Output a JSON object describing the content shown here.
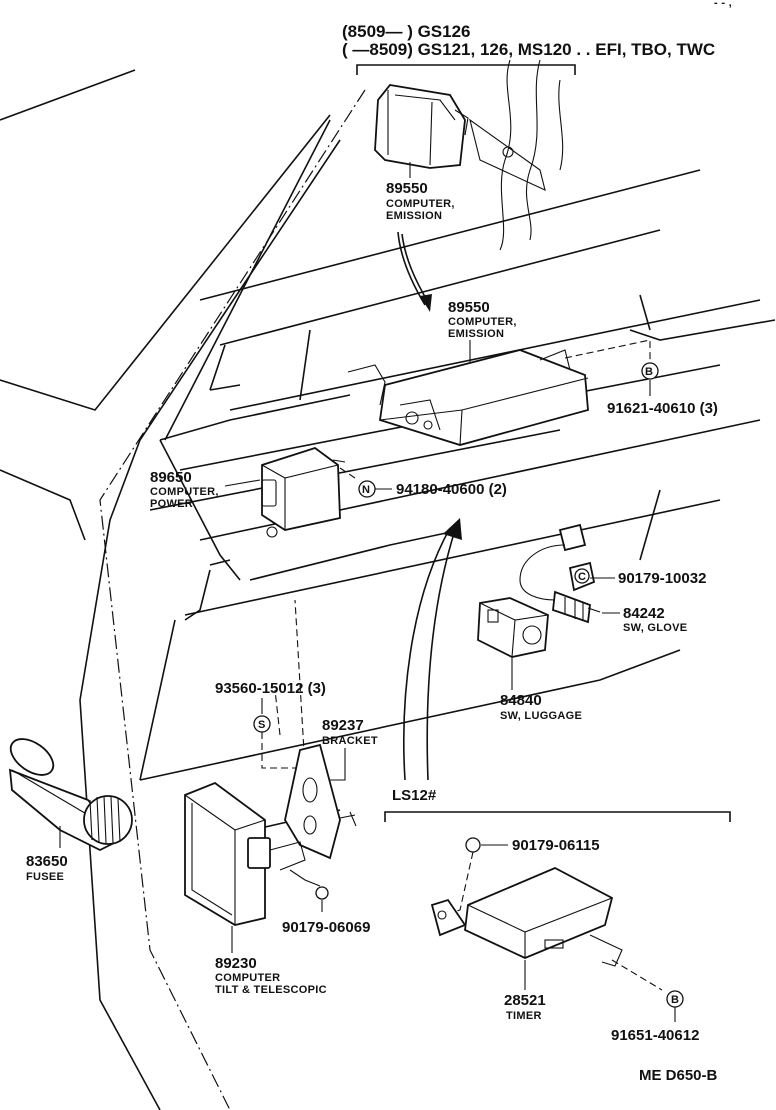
{
  "header": {
    "line1": "(8509—        ) GS126",
    "line2": "(        —8509) GS121, 126, MS120 . . EFI, TBO, TWC"
  },
  "parts": {
    "p89550_top": {
      "number": "89550",
      "name1": "COMPUTER,",
      "name2": "EMISSION"
    },
    "p89550_mid": {
      "number": "89550",
      "name1": "COMPUTER,",
      "name2": "EMISSION"
    },
    "p91621": {
      "marker": "B",
      "number": "91621-40610 (3)"
    },
    "p89650": {
      "number": "89650",
      "name1": "COMPUTER,",
      "name2": "POWER"
    },
    "p94180": {
      "marker": "N",
      "number": "94180-40600 (2)"
    },
    "p90179_10032": {
      "marker": "C",
      "number": "90179-10032"
    },
    "p84242": {
      "number": "84242",
      "name": "SW, GLOVE"
    },
    "p84840": {
      "number": "84840",
      "name": "SW, LUGGAGE"
    },
    "p93560": {
      "number": "93560-15012 (3)",
      "marker": "S"
    },
    "p89237": {
      "number": "89237",
      "name": "BRACKET"
    },
    "p83650": {
      "number": "83650",
      "name": "FUSEE"
    },
    "p89230": {
      "number": "89230",
      "name1": "COMPUTER",
      "name2": "TILT & TELESCOPIC"
    },
    "p90179_06069": {
      "number": "90179-06069"
    },
    "p90179_06115": {
      "number": "90179-06115"
    },
    "p28521": {
      "number": "28521",
      "name": "TIMER"
    },
    "p91651": {
      "marker": "B",
      "number": "91651-40612"
    }
  },
  "variant": {
    "label": "LS12#"
  },
  "footer": {
    "code": "ME  D650-B"
  },
  "corner_mark": "- - ,"
}
